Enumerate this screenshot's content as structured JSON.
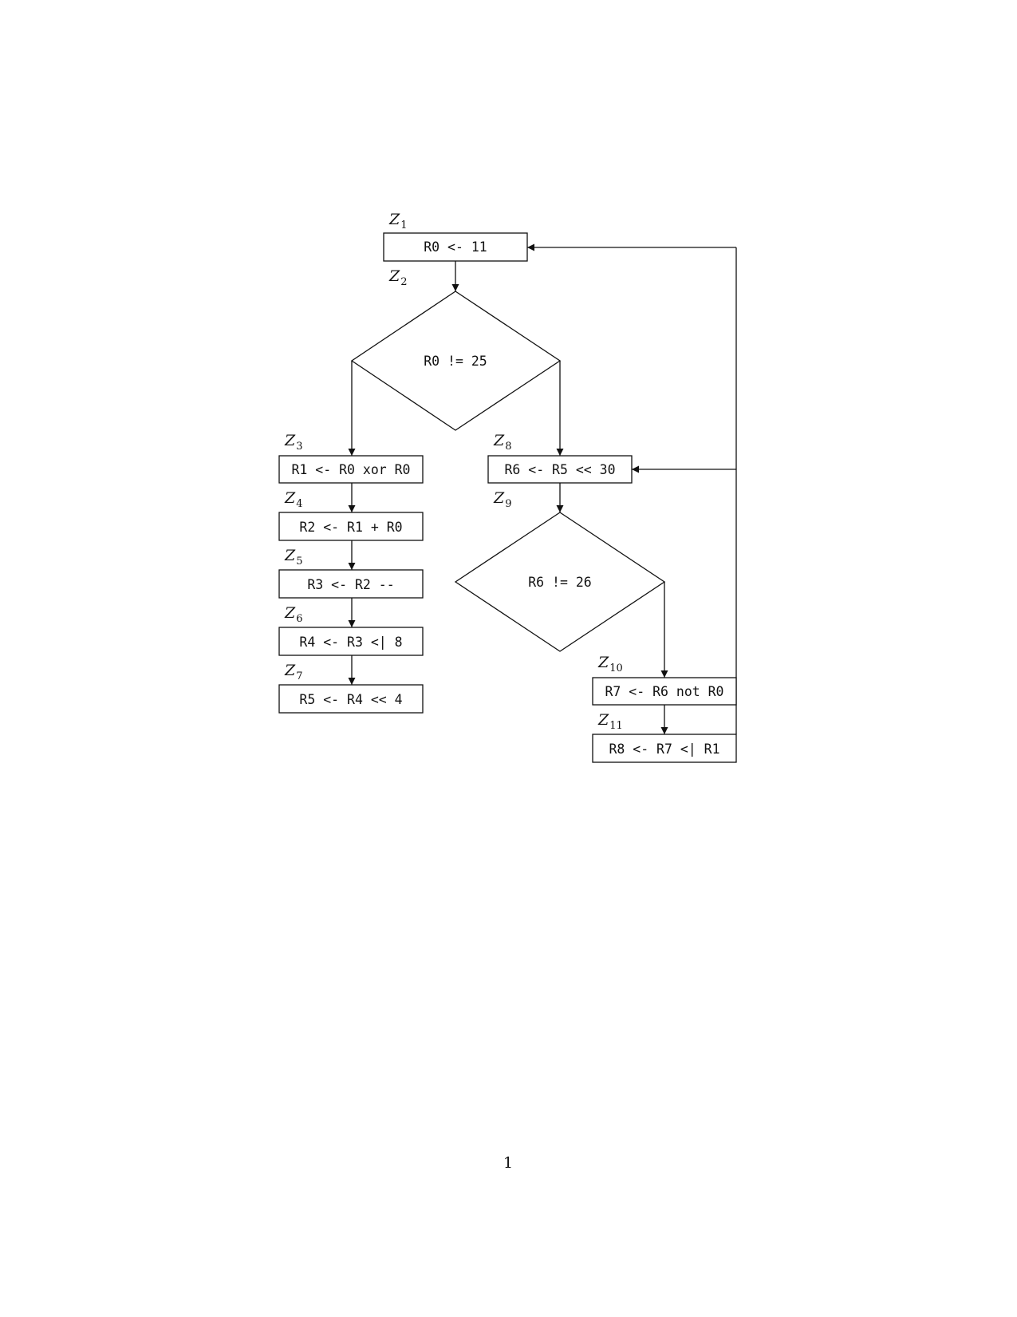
{
  "nodes": {
    "z1": {
      "label": "Z",
      "sub": "1",
      "text": "R0 <- 11"
    },
    "z2": {
      "label": "Z",
      "sub": "2",
      "text": "R0 != 25"
    },
    "z3": {
      "label": "Z",
      "sub": "3",
      "text": "R1 <- R0 xor R0"
    },
    "z4": {
      "label": "Z",
      "sub": "4",
      "text": "R2 <- R1 + R0"
    },
    "z5": {
      "label": "Z",
      "sub": "5",
      "text": "R3 <- R2 --"
    },
    "z6": {
      "label": "Z",
      "sub": "6",
      "text": "R4 <- R3 <| 8"
    },
    "z7": {
      "label": "Z",
      "sub": "7",
      "text": "R5 <- R4 << 4"
    },
    "z8": {
      "label": "Z",
      "sub": "8",
      "text": "R6 <- R5 << 30"
    },
    "z9": {
      "label": "Z",
      "sub": "9",
      "text": "R6 != 26"
    },
    "z10": {
      "label": "Z",
      "sub": "10",
      "text": "R7 <- R6 not R0"
    },
    "z11": {
      "label": "Z",
      "sub": "11",
      "text": "R8 <- R7 <| R1"
    }
  },
  "page_number": "1"
}
